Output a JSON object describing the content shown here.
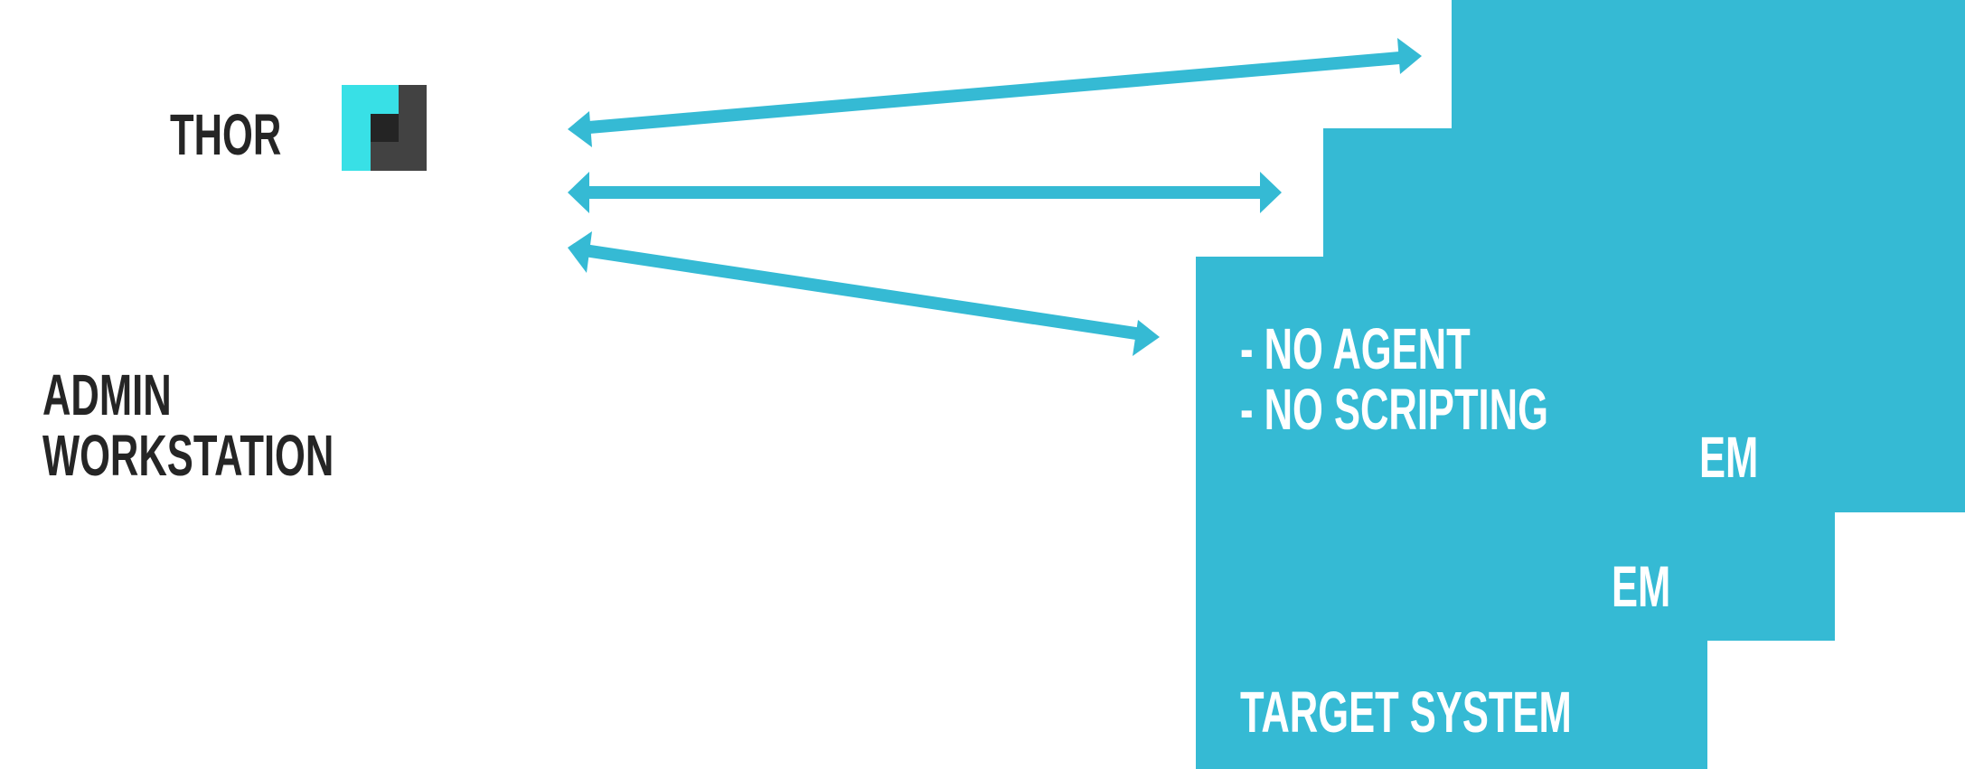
{
  "colors": {
    "accent": "#35bad4",
    "logo_cyan": "#38e0e6",
    "logo_gray": "#424242",
    "logo_dark": "#242424",
    "text": "#252525"
  },
  "thor": {
    "label": "THOR"
  },
  "admin": {
    "line1": "ADMIN",
    "line2": "WORKSTATION"
  },
  "target": {
    "bullet1": "- NO AGENT",
    "bullet2": "- NO SCRIPTING",
    "em1": "EM",
    "em2": "EM",
    "label": "TARGET SYSTEM"
  }
}
